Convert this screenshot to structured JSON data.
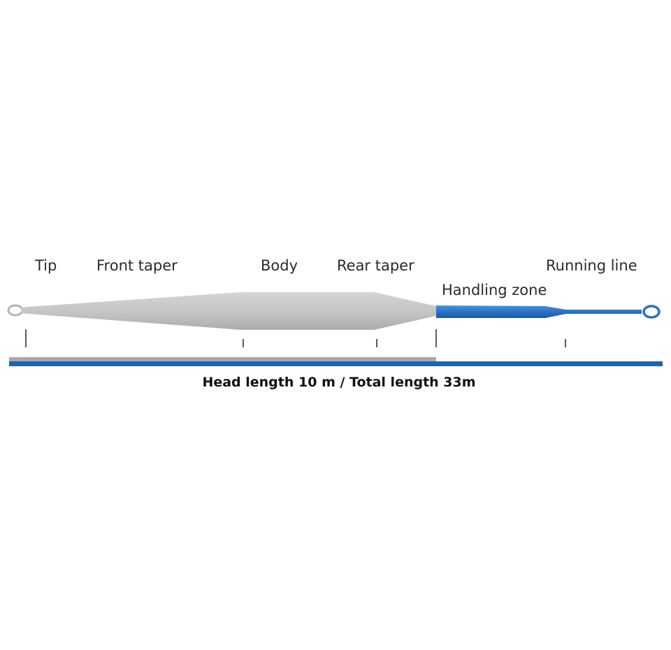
{
  "diagram": {
    "section_labels": {
      "tip": "Tip",
      "front_taper": "Front taper",
      "body": "Body",
      "rear_taper": "Rear taper",
      "handling_zone": "Handling zone",
      "running_line": "Running line"
    },
    "caption": "Head length 10 m / Total length 33m",
    "colors": {
      "head": "#c6c6c6",
      "head_shadow": "#adadad",
      "running_line": "#1e64b4",
      "running_line_light": "#3b86d8",
      "text": "#2a2a2a"
    }
  }
}
